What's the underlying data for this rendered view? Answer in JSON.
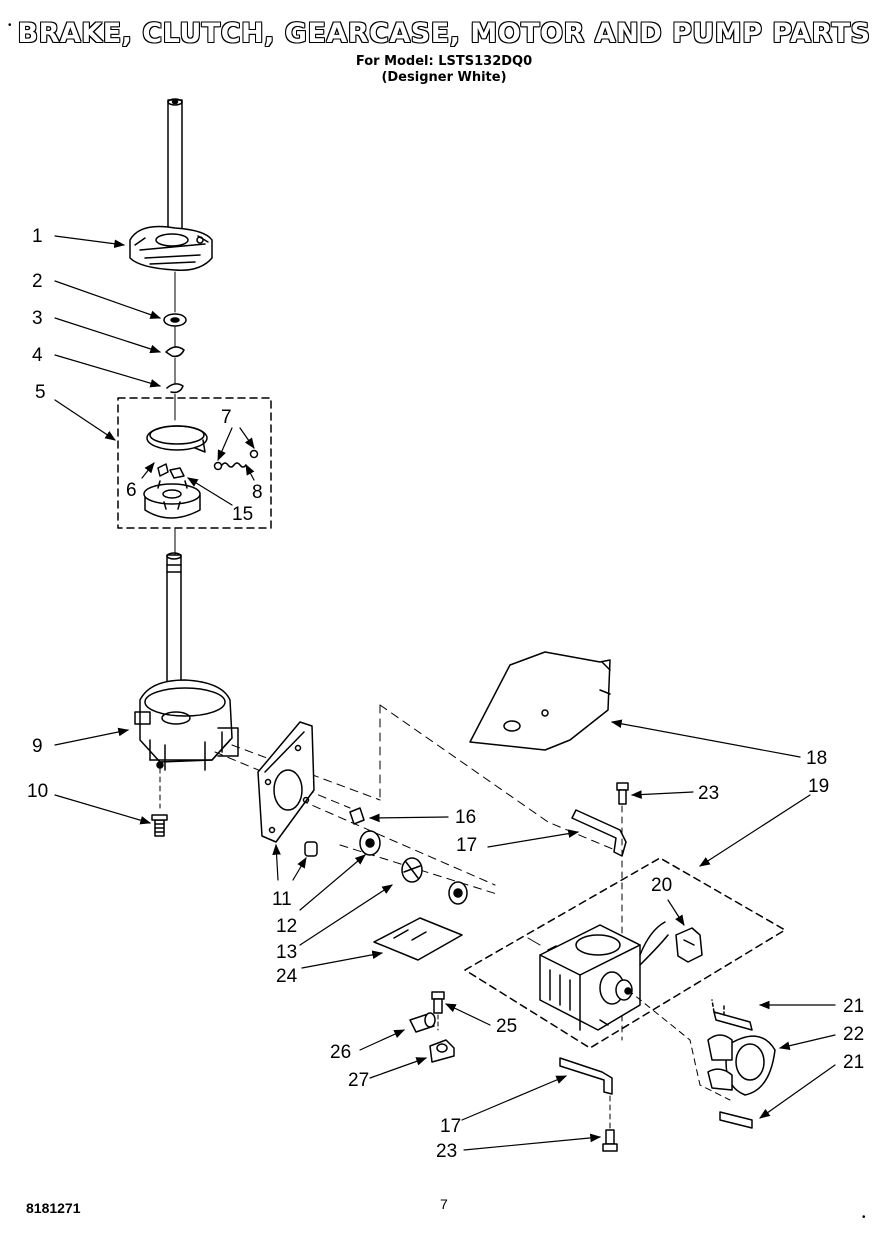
{
  "header": {
    "title": "BRAKE, CLUTCH, GEARCASE, MOTOR AND PUMP PARTS",
    "model_line": "For Model: LSTS132DQ0",
    "color_line": "(Designer White)"
  },
  "callouts": {
    "c1": "1",
    "c2": "2",
    "c3": "3",
    "c4": "4",
    "c5": "5",
    "c6": "6",
    "c7": "7",
    "c8": "8",
    "c9": "9",
    "c10": "10",
    "c11": "11",
    "c12": "12",
    "c13": "13",
    "c15": "15",
    "c16": "16",
    "c17a": "17",
    "c17b": "17",
    "c18": "18",
    "c19": "19",
    "c20": "20",
    "c21a": "21",
    "c21b": "21",
    "c22": "22",
    "c23a": "23",
    "c23b": "23",
    "c24": "24",
    "c25": "25",
    "c26": "26",
    "c27": "27"
  },
  "footer": {
    "doc_number": "8181271",
    "page_number": "7"
  }
}
